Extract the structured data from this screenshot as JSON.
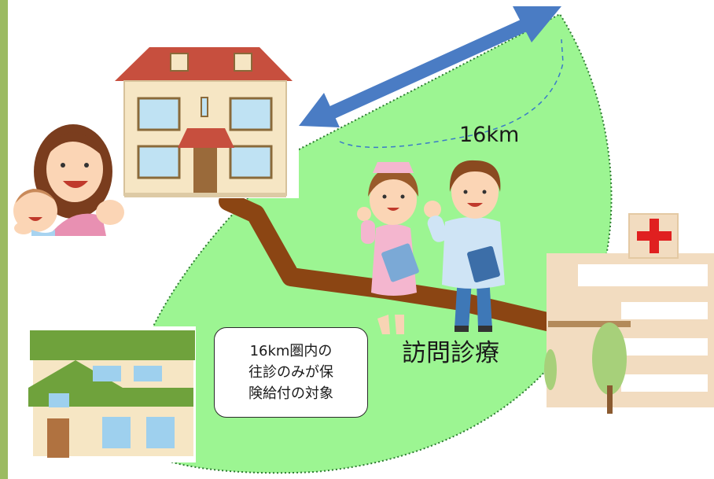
{
  "labels": {
    "distance": "16km",
    "visit": "訪問診療"
  },
  "info_box": {
    "lines": [
      "16km圏内の",
      "往診のみが保",
      "険給付の対象"
    ]
  },
  "colors": {
    "coverage_area": "#9cf592",
    "road": "#8b4513",
    "arrow": "#4a7cc4",
    "frame_bar": "#9cbb62",
    "hospital_cross": "#e02020"
  }
}
